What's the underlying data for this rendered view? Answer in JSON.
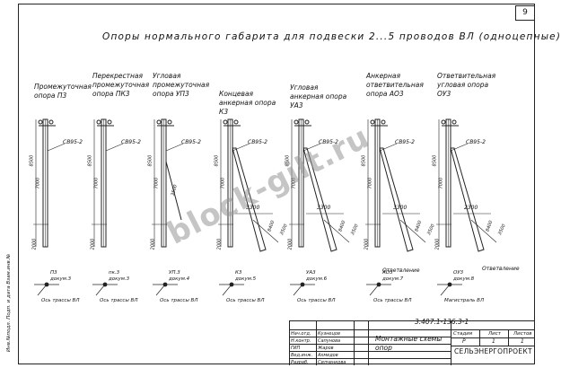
{
  "page_number": "9",
  "title": "Опоры нормального габарита для подвески 2...5 проводов ВЛ (одноцепные)",
  "supports": [
    {
      "caption": "Промежуточная опора П3",
      "label": "СВ95-2",
      "h1": "8500",
      "h2": "7000",
      "h3": "2000",
      "h4": "",
      "h5": "",
      "span": "",
      "brace": "",
      "tag": "П3",
      "dok": "докум.3",
      "trass": "Ось трассы ВЛ"
    },
    {
      "caption": "Перекрестная промежуточная опора ПК3",
      "label": "СВ95-2",
      "h1": "8500",
      "h2": "7000",
      "h3": "2000",
      "h4": "",
      "h5": "",
      "span": "",
      "brace": "",
      "tag": "пк.3",
      "dok": "докум.3",
      "trass": "Ось трассы ВЛ"
    },
    {
      "caption": "Угловая промежуточная опора УП3",
      "label": "СВ95-2",
      "h1": "8500",
      "h2": "7000",
      "h3": "2000",
      "h4": "3500",
      "h5": "",
      "span": "",
      "brace": "",
      "tag": "УП.3",
      "dok": "докум.4",
      "trass": "Ось трассы ВЛ"
    },
    {
      "caption": "Концевая анкерная опора К3",
      "label": "СВ95-2",
      "h1": "8500",
      "h2": "7000",
      "h3": "2000",
      "h4": "8400",
      "h5": "3500",
      "span": "3300",
      "brace": "3500",
      "tag": "К3",
      "dok": "докум.5",
      "trass": "Ось трассы ВЛ"
    },
    {
      "caption": "Угловая анкерная опора УА3",
      "label": "СВ95-2",
      "h1": "8500",
      "h2": "7000",
      "h3": "2000",
      "h4": "8400",
      "h5": "3500",
      "span": "3300",
      "brace": "3500",
      "tag": "УА3",
      "dok": "докум.6",
      "trass": "Ось трассы ВЛ"
    },
    {
      "caption": "Анкерная ответвительная опора АО3",
      "label": "СВ95-2",
      "h1": "8500",
      "h2": "7000",
      "h3": "2000",
      "h4": "8400",
      "h5": "3500",
      "span": "3300",
      "brace": "3500",
      "tag": "АО3",
      "dok": "докум.7",
      "trass": "Ось трассы ВЛ"
    },
    {
      "caption": "Ответвительная угловая опора ОУ3",
      "label": "СВ95-2",
      "h1": "8500",
      "h2": "7000",
      "h3": "2000",
      "h4": "8400",
      "h5": "3500",
      "span": "2300",
      "brace": "3500",
      "tag": "ОУ3",
      "dok": "докум.8",
      "trass": "Магистраль ВЛ"
    }
  ],
  "plan_labels": {
    "branch1": "Ответвление",
    "branch2": "Ответвление"
  },
  "stamp": {
    "code": "3.407.1-136.3-1",
    "name": "Монтажные схемы опор",
    "org": "СЕЛЬЭНЕРГОПРОЕКТ",
    "stage_header": [
      "Стадия",
      "Лист",
      "Листов"
    ],
    "stage_values": [
      "Р",
      "1",
      "1"
    ],
    "roles": [
      "Нач.отд.",
      "Н.контр.",
      "ГИП",
      "Вед.инж.",
      "Разраб."
    ],
    "names": [
      "Кузнецов",
      "Сапунова",
      "Жаров",
      "Ахмедов",
      "Силченкова"
    ]
  },
  "side_stamp": "Инв.№подл. Подп. и дата Взам.инв.№",
  "watermark": "block-gilt.ru"
}
